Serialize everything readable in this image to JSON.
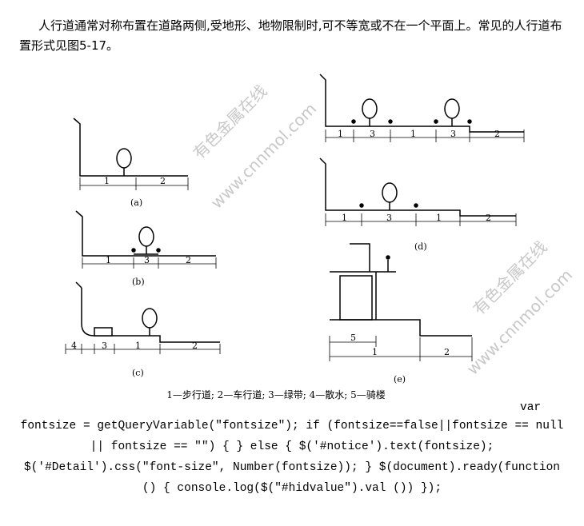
{
  "paragraph": "人行道通常对称布置在道路两侧,受地形、地物限制时,可不等宽或不在一个平面上。常见的人行道布置形式见图5-17。",
  "figure": {
    "labels": {
      "a": "(a)",
      "b": "(b)",
      "c": "(c)",
      "d": "(d)",
      "e": "(e)"
    },
    "dims": {
      "one": "1",
      "two": "2",
      "three": "3",
      "four": "4",
      "five": "5"
    },
    "watermark_cn": "有色金属在线",
    "watermark_url": "www.cnnmol.com"
  },
  "caption": "1—步行道; 2—车行道; 3—绿带; 4—散水; 5—骑楼",
  "code": {
    "var": "var",
    "body": "fontsize = getQueryVariable(\"fontsize\"); if (fontsize==false||fontsize == null || fontsize == \"\") { } else { $('#notice').text(fontsize); $('#Detail').css(\"font-size\", Number(fontsize)); } $(document).ready(function () { console.log($(\"#hidvalue\").val ()) });"
  }
}
